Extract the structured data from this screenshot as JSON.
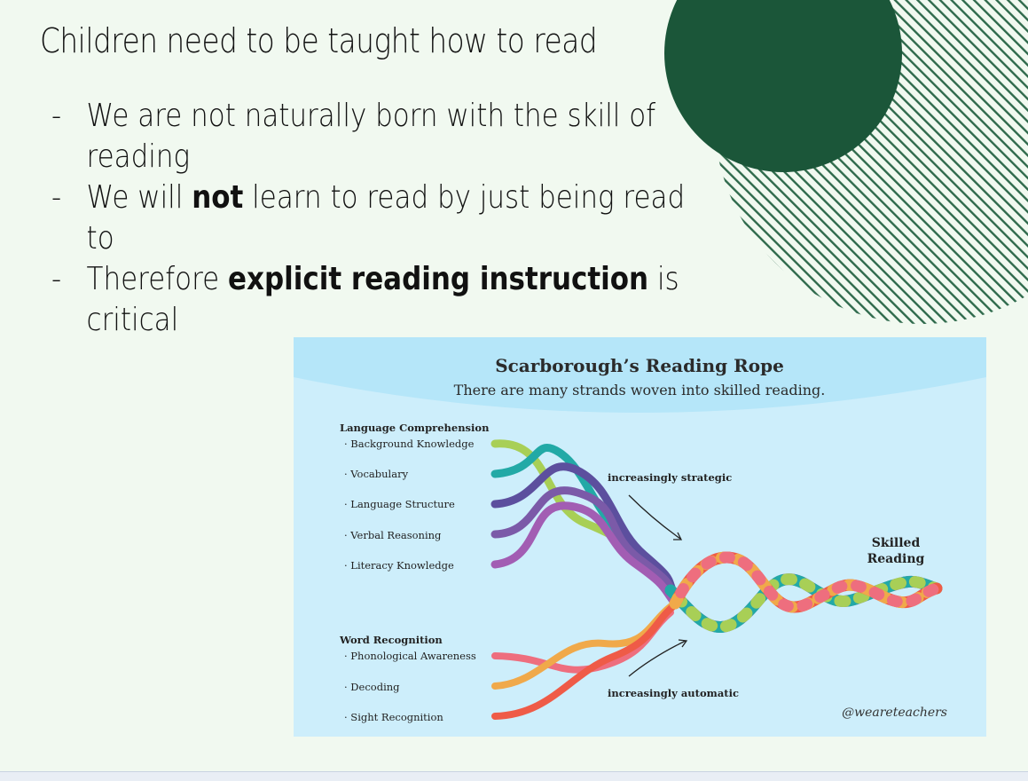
{
  "slide": {
    "title": "Children need to be taught how to read",
    "bullets": [
      {
        "dash": "-",
        "parts": [
          "We are not naturally born with the skill of reading"
        ]
      },
      {
        "dash": "-",
        "pre": "We will ",
        "bold": "not",
        "post": " learn to read by just being read to"
      },
      {
        "dash": "-",
        "pre": "Therefore ",
        "bold": "explicit reading instruction",
        "post": " is critical"
      }
    ]
  },
  "rope": {
    "title": "Scarborough’s Reading Rope",
    "subtitle": "There are many strands woven into skilled reading.",
    "language_comprehension": {
      "heading": "Language Comprehension",
      "items": [
        "· Background Knowledge",
        "· Vocabulary",
        "· Language Structure",
        "· Verbal Reasoning",
        "· Literacy Knowledge"
      ]
    },
    "word_recognition": {
      "heading": "Word Recognition",
      "items": [
        "· Phonological Awareness",
        "· Decoding",
        "· Sight Recognition"
      ]
    },
    "strategic_label": "increasingly strategic",
    "automatic_label": "increasingly automatic",
    "skilled_line1": "Skilled",
    "skilled_line2": "Reading",
    "credit": "@weareteachers"
  },
  "colors": {
    "dark_green": "#1b5639",
    "panel_bg": "#cdeefb",
    "panel_top": "#b5e6f9",
    "lc_strands": [
      "#a8cf56",
      "#22a9a6",
      "#5c4f9e",
      "#7b5aa8",
      "#a25db3"
    ],
    "wr_strands": [
      "#ee6e7e",
      "#f0a94a",
      "#ef5b47"
    ]
  }
}
